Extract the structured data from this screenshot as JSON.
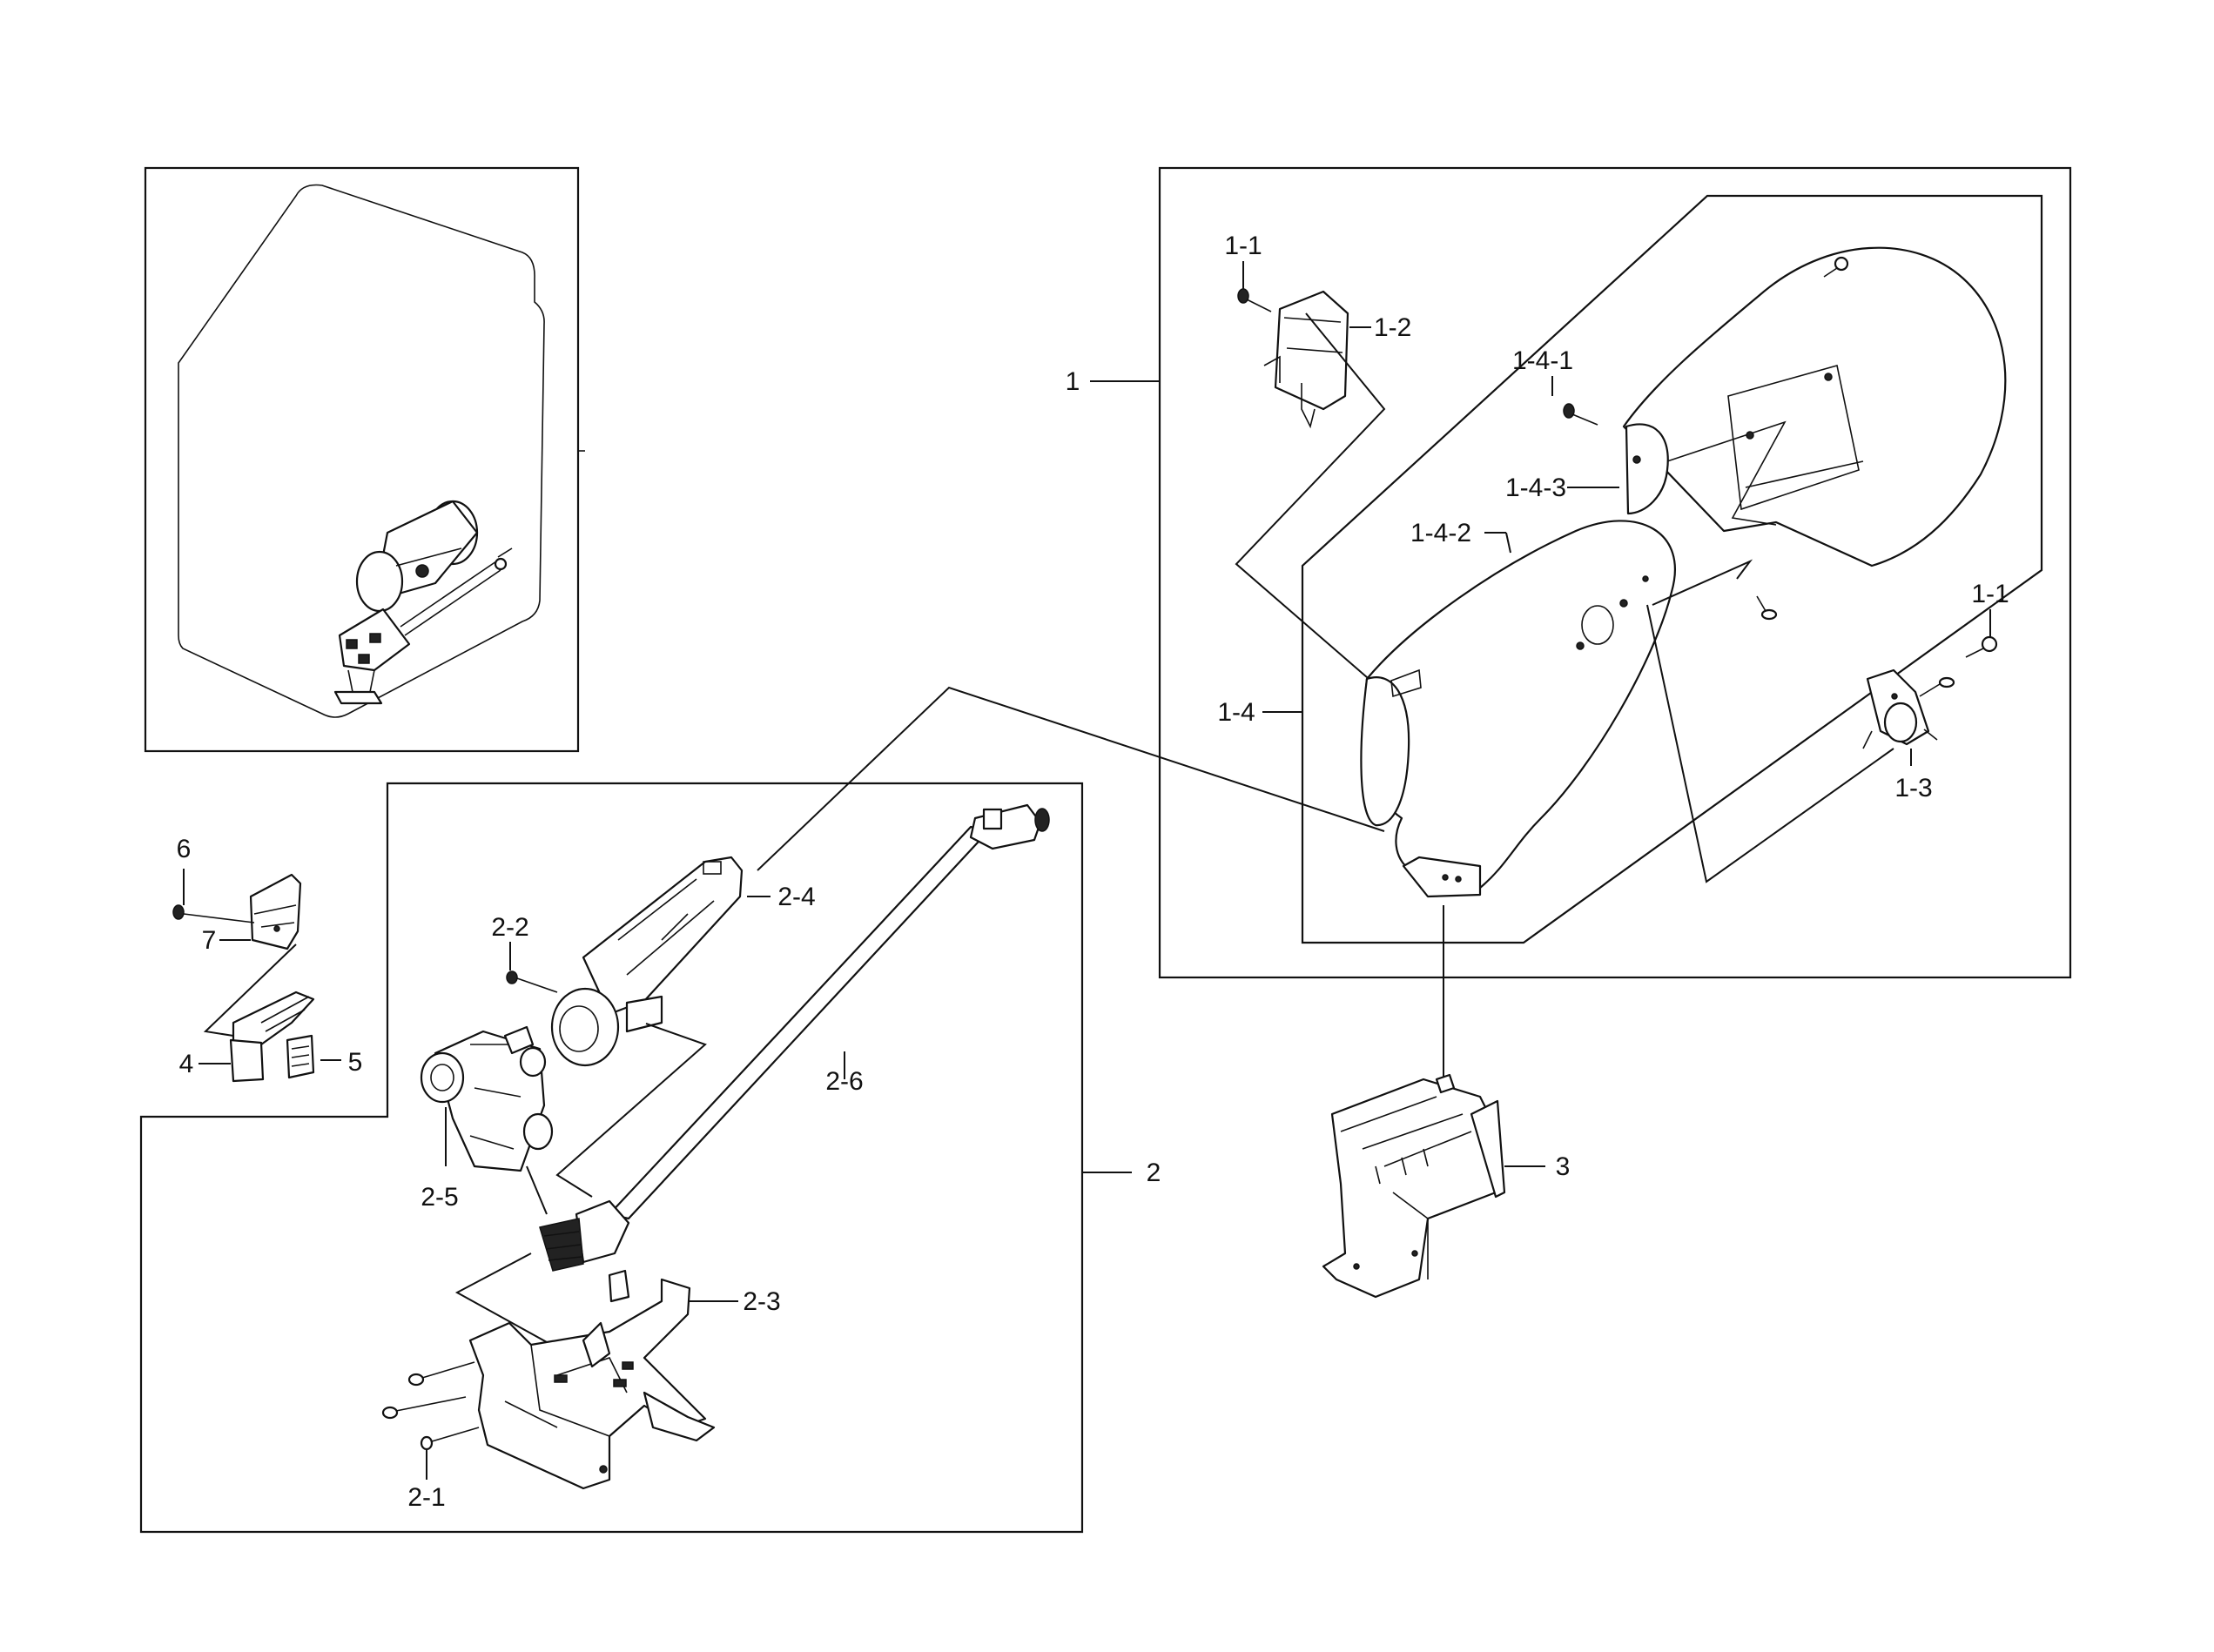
{
  "labels": {
    "l_1": "1",
    "l_1_1_top": "1-1",
    "l_1_2": "1-2",
    "l_1_3": "1-3",
    "l_1_1_right": "1-1",
    "l_1_4": "1-4",
    "l_1_4_1": "1-4-1",
    "l_1_4_2": "1-4-2",
    "l_1_4_3": "1-4-3",
    "l_2": "2",
    "l_2_1": "2-1",
    "l_2_2": "2-2",
    "l_2_3": "2-3",
    "l_2_4": "2-4",
    "l_2_5": "2-5",
    "l_2_6": "2-6",
    "l_3": "3",
    "l_4": "4",
    "l_5": "5",
    "l_6": "6",
    "l_7": "7"
  }
}
